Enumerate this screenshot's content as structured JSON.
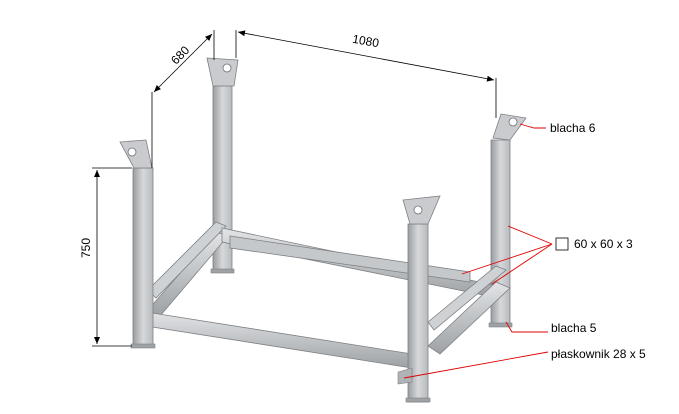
{
  "dimensions": {
    "depth": "680",
    "width": "1080",
    "height": "750"
  },
  "callouts": {
    "plate_top": "blacha 6",
    "profile": "60 x 60 x 3",
    "plate_bottom": "blacha 5",
    "flat_bar": "płaskownik 28 x 5"
  },
  "colors": {
    "steel_light": "#d4d6d8",
    "steel_mid": "#b3b6b9",
    "steel_dark": "#8a8d90",
    "dimension_line": "#000000",
    "leader_line": "#e00000"
  }
}
